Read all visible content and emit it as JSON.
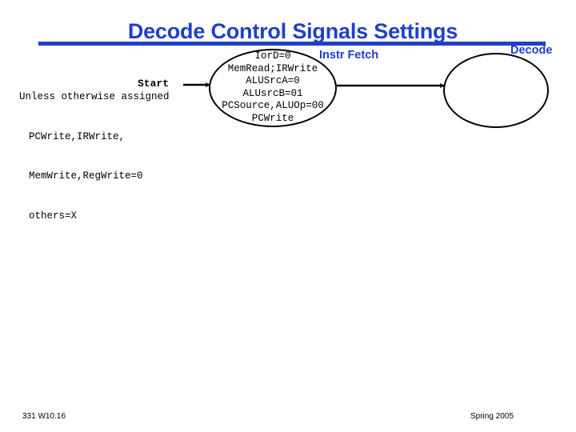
{
  "slide": {
    "title": "Decode Control Signals Settings",
    "accent_color": "#1f3fcc",
    "line_color": "#000000",
    "background": "#ffffff"
  },
  "note": {
    "line1": "Unless otherwise assigned",
    "line2": "PCWrite,IRWrite,",
    "line3": "MemWrite,RegWrite=0",
    "line4": "others=X"
  },
  "start": {
    "label": "Start"
  },
  "states": [
    {
      "id": "instr-fetch",
      "name": "Instr Fetch",
      "signals": "IorD=0\nMemRead;IRWrite\nALUSrcA=0\nALUsrcB=01\nPCSource,ALUOp=00\nPCWrite"
    },
    {
      "id": "decode",
      "name": "Decode",
      "signals": ""
    }
  ],
  "footer": {
    "left": "331  W10.16",
    "right": "Spring 2005"
  }
}
